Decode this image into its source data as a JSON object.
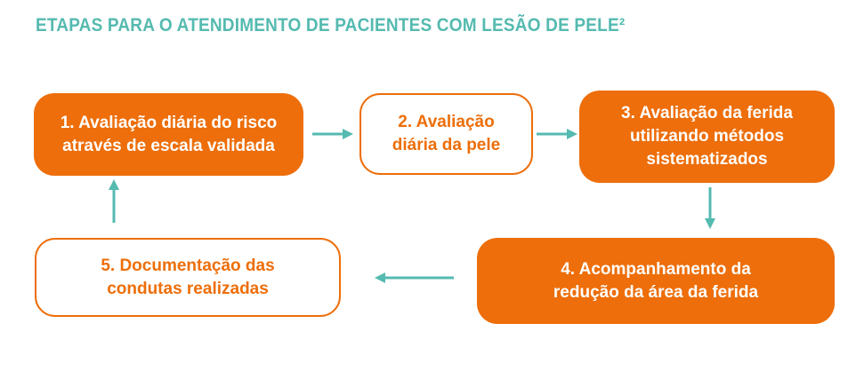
{
  "title": "ETAPAS PARA O ATENDIMENTO DE PACIENTES COM LESÃO DE PELE²",
  "colors": {
    "orange": "#ED6E0A",
    "teal": "#55BAB0",
    "background": "#FFFFFF",
    "text_on_orange": "#FFFFFF"
  },
  "steps": [
    {
      "id": 1,
      "label": "1. Avaliação diária do risco\natravés de escala validada",
      "variant": "filled"
    },
    {
      "id": 2,
      "label": "2. Avaliação\ndiária da pele",
      "variant": "outline"
    },
    {
      "id": 3,
      "label": "3. Avaliação da ferida\nutilizando métodos\nsistematizados",
      "variant": "filled"
    },
    {
      "id": 4,
      "label": "4. Acompanhamento da\nredução da área da ferida",
      "variant": "filled"
    },
    {
      "id": 5,
      "label": "5. Documentação das\ncondutas realizadas",
      "variant": "outline"
    }
  ],
  "arrows": [
    {
      "from": 1,
      "to": 2,
      "direction": "right"
    },
    {
      "from": 2,
      "to": 3,
      "direction": "right"
    },
    {
      "from": 3,
      "to": 4,
      "direction": "down"
    },
    {
      "from": 4,
      "to": 5,
      "direction": "left"
    },
    {
      "from": 5,
      "to": 1,
      "direction": "up"
    }
  ]
}
